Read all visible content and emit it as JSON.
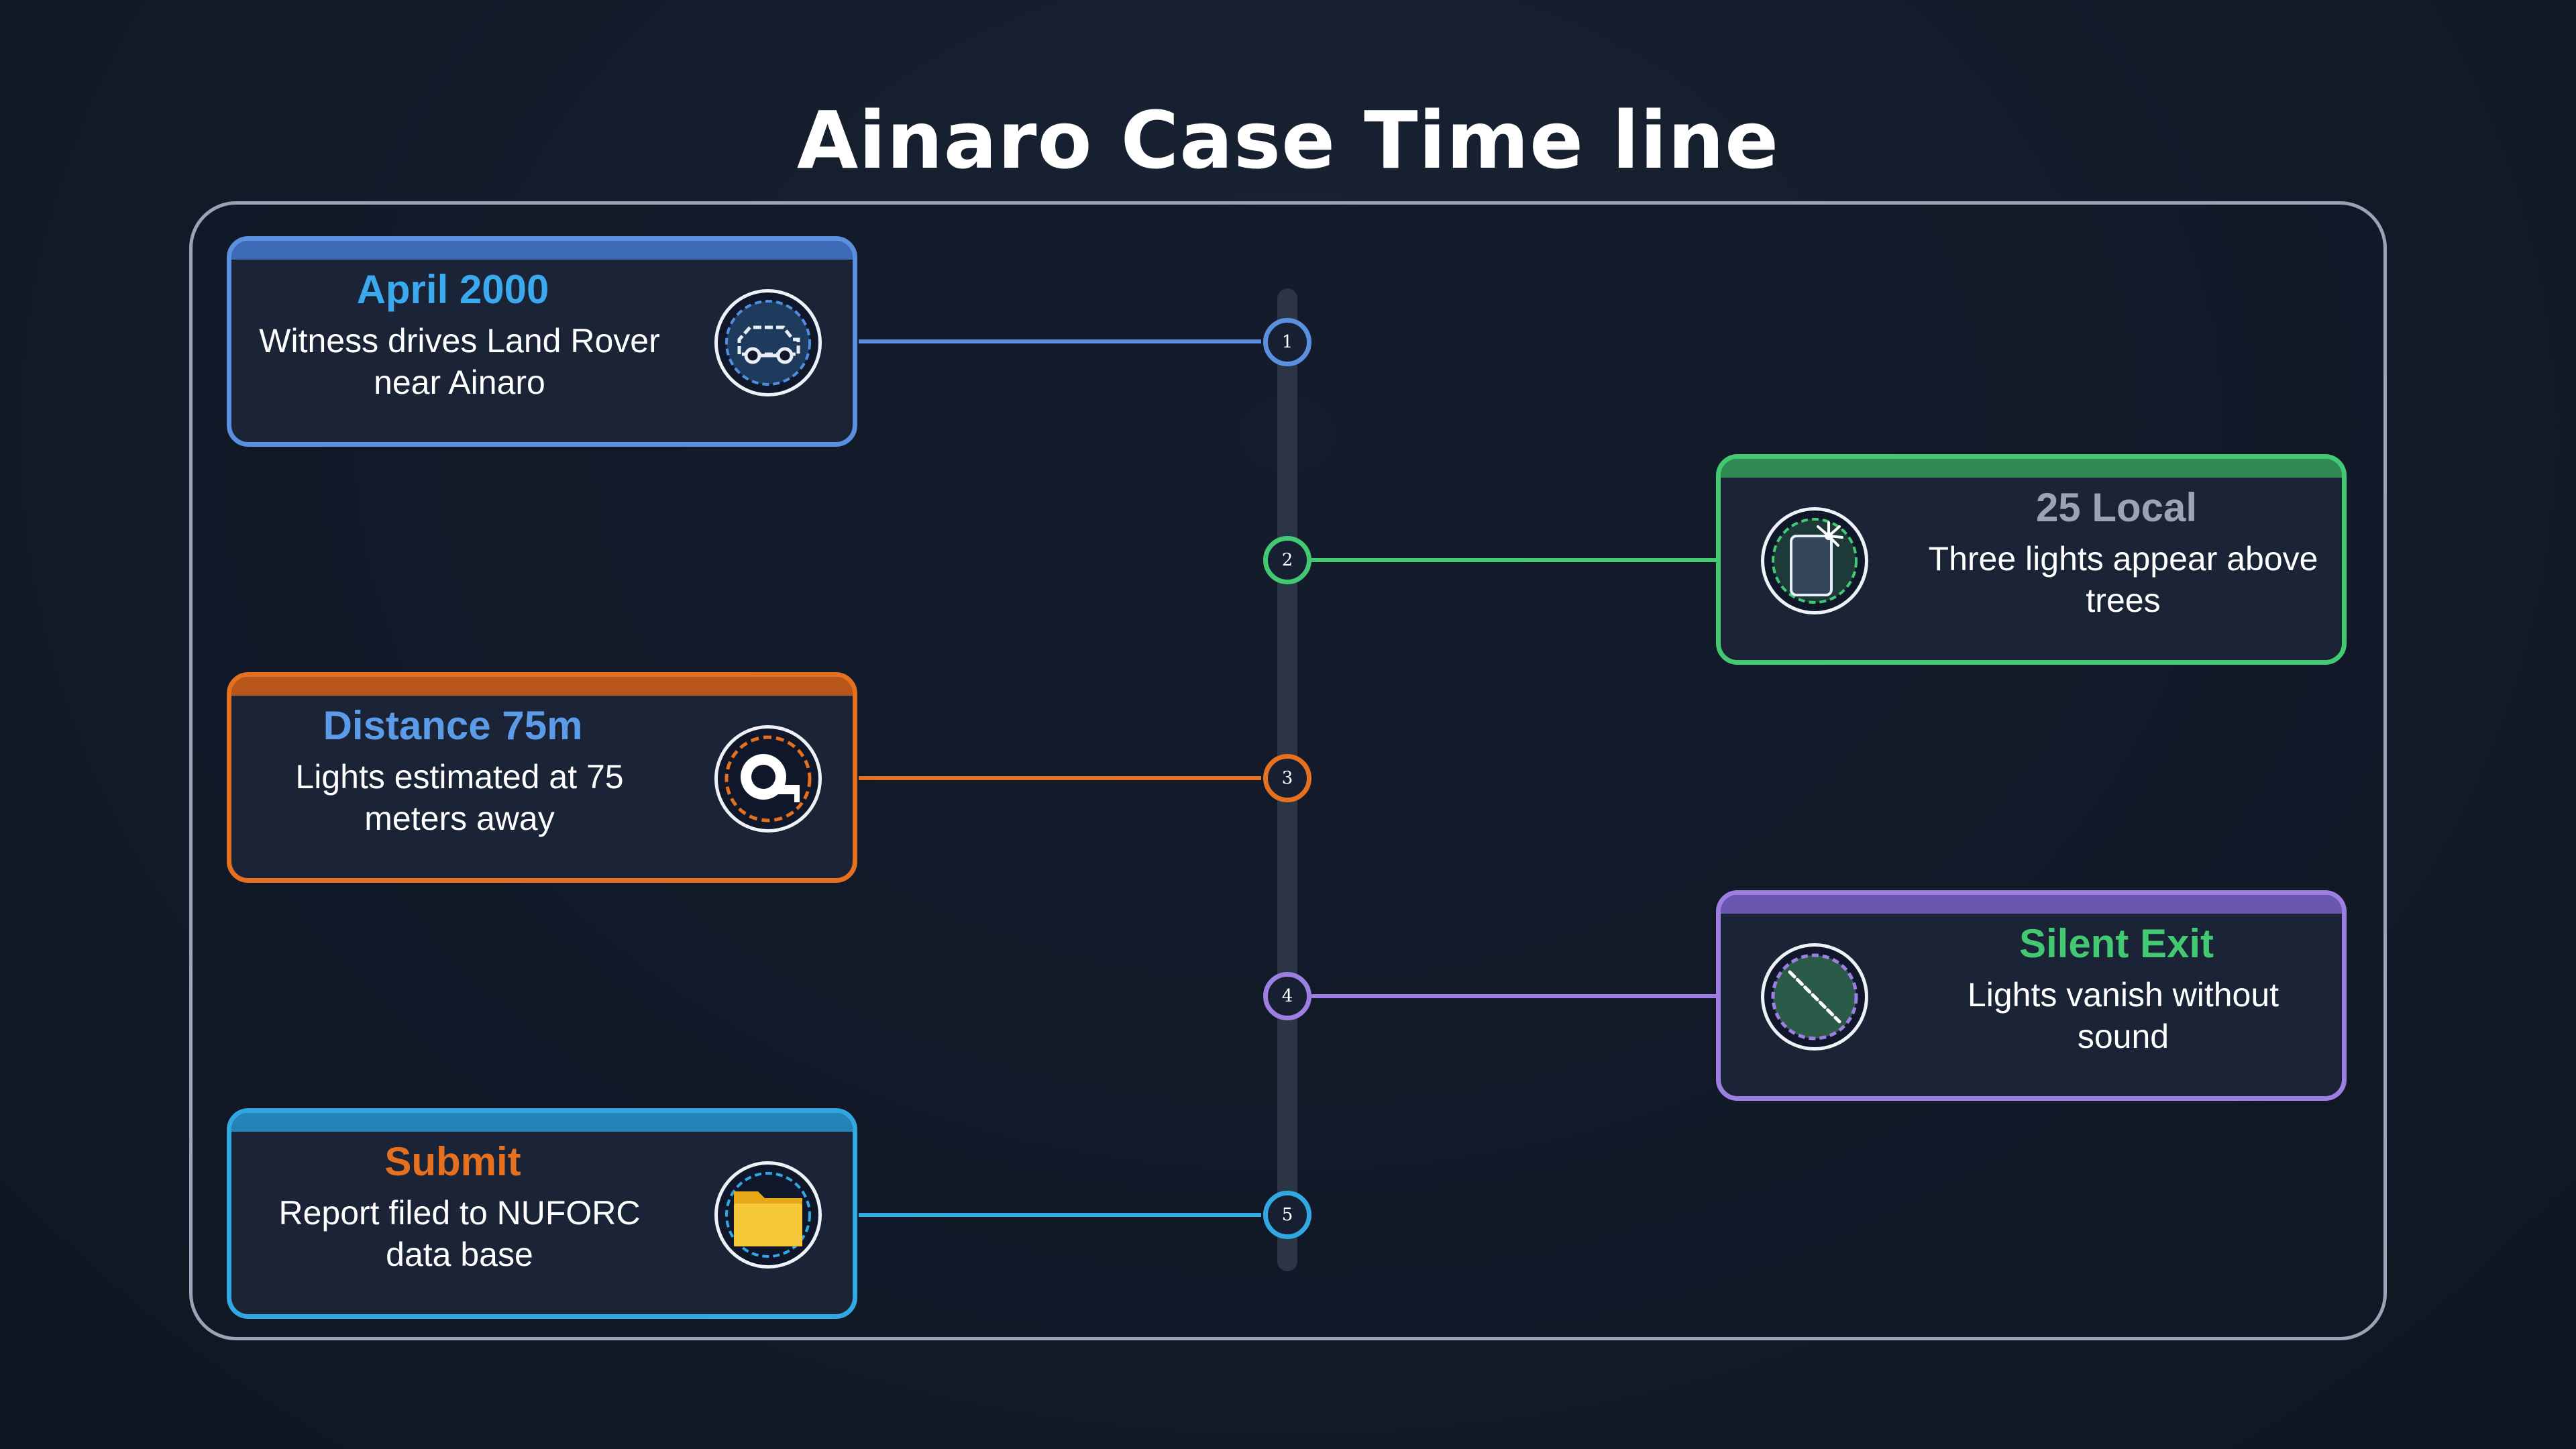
{
  "title": "Ainaro Case Time line",
  "colors": {
    "blue": "#5b8fe0",
    "green": "#43c972",
    "orange": "#e5701f",
    "purple": "#9c7fe0",
    "cyan": "#32a8e3"
  },
  "events": [
    {
      "step": "1",
      "title": "April 2000",
      "title_color": "#3aa9ee",
      "description": "Witness drives Land Rover near Ainaro",
      "icon": "land-rover-icon",
      "side": "left"
    },
    {
      "step": "2",
      "title": "25 Local",
      "title_color": "#9aa4b6",
      "description": "Three lights appear above trees",
      "icon": "lights-above-trees-icon",
      "side": "right"
    },
    {
      "step": "3",
      "title": "Distance 75m",
      "title_color": "#5b9be8",
      "description": "Lights estimated at 75 meters away",
      "icon": "tape-measure-icon",
      "side": "left"
    },
    {
      "step": "4",
      "title": "Silent Exit",
      "title_color": "#43c972",
      "description": "Lights vanish without sound",
      "icon": "mute-icon",
      "side": "right"
    },
    {
      "step": "5",
      "title": "Submit",
      "title_color": "#e5701f",
      "description": "Report filed to NUFORC data base",
      "icon": "folder-icon",
      "side": "left"
    }
  ]
}
